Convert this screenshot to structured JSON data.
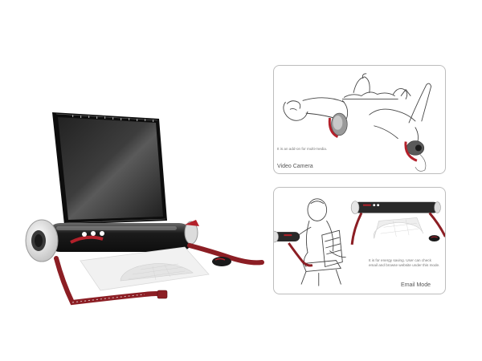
{
  "panels": {
    "top": {
      "title": "Video Camera",
      "caption": "It is an add-on for multi-media."
    },
    "bottom": {
      "title": "Email Mode",
      "caption": "It is for energy saving. User can check email and browse website under this mode."
    }
  },
  "colors": {
    "accent_red": "#b3202a",
    "strap": "#8c1e24",
    "screen": "#2f2f2f",
    "panel_border": "#bdbdbd"
  }
}
